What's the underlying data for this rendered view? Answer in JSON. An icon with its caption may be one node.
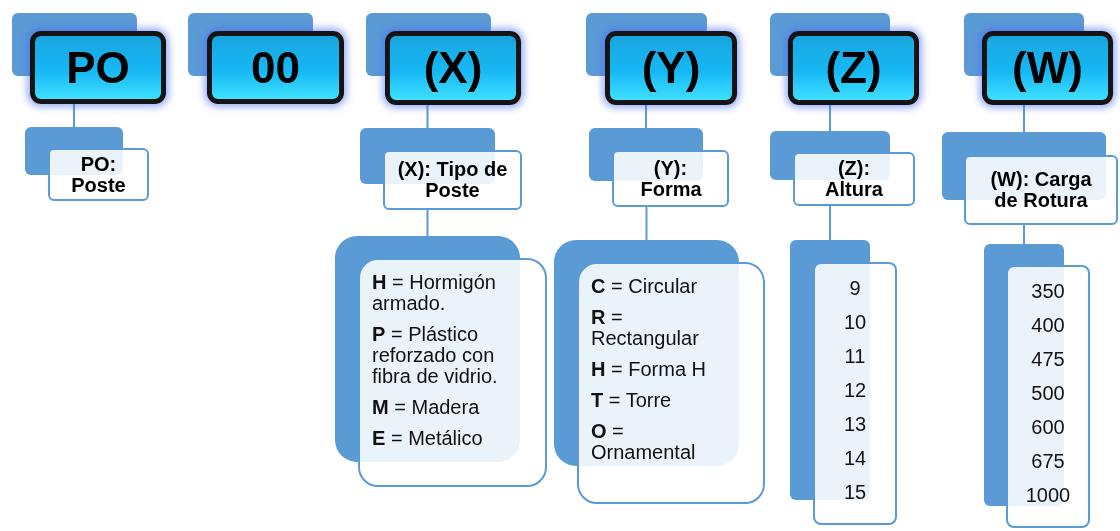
{
  "diagram": {
    "nodes": [
      {
        "text": [
          "PO"
        ]
      },
      {
        "text": [
          "00"
        ]
      },
      {
        "text": [
          "(X)"
        ]
      },
      {
        "text": [
          "(Y)"
        ]
      },
      {
        "text": [
          "(Z)"
        ]
      },
      {
        "text": [
          "(W)"
        ]
      },
      {
        "text": [
          "PO: Poste"
        ]
      },
      {
        "text": [
          "(X): Tipo de Poste"
        ]
      },
      {
        "text": [
          "(Y): Forma"
        ]
      },
      {
        "text": [
          "(Z): Altura"
        ]
      },
      {
        "text": [
          "(W): Carga de Rotura"
        ]
      },
      {
        "text": [
          "**H** = Hormigón armado.",
          "**P** = Plástico reforzado con fibra de vidrio.",
          "**M** = Madera",
          "**E** = Metálico"
        ]
      },
      {
        "text": [
          "**C** = Circular",
          "**R** = Rectangular",
          "**H** = Forma H",
          "**T** = Torre",
          "**O** = Ornamental"
        ]
      },
      {
        "text": [
          "9",
          "10",
          "11",
          "12",
          "13",
          "14",
          "15"
        ]
      },
      {
        "text": [
          "350",
          "400",
          "475",
          "500",
          "600",
          "675",
          "1000"
        ]
      }
    ],
    "edges": [
      {
        "from": 0,
        "to": 6,
        "arrow": "none"
      },
      {
        "from": 2,
        "to": 7,
        "arrow": "none"
      },
      {
        "from": 7,
        "to": 11,
        "arrow": "none"
      },
      {
        "from": 3,
        "to": 8,
        "arrow": "none"
      },
      {
        "from": 8,
        "to": 12,
        "arrow": "none"
      },
      {
        "from": 4,
        "to": 9,
        "arrow": "none"
      },
      {
        "from": 9,
        "to": 13,
        "arrow": "none"
      },
      {
        "from": 5,
        "to": 10,
        "arrow": "none"
      },
      {
        "from": 10,
        "to": 14,
        "arrow": "none"
      }
    ]
  }
}
